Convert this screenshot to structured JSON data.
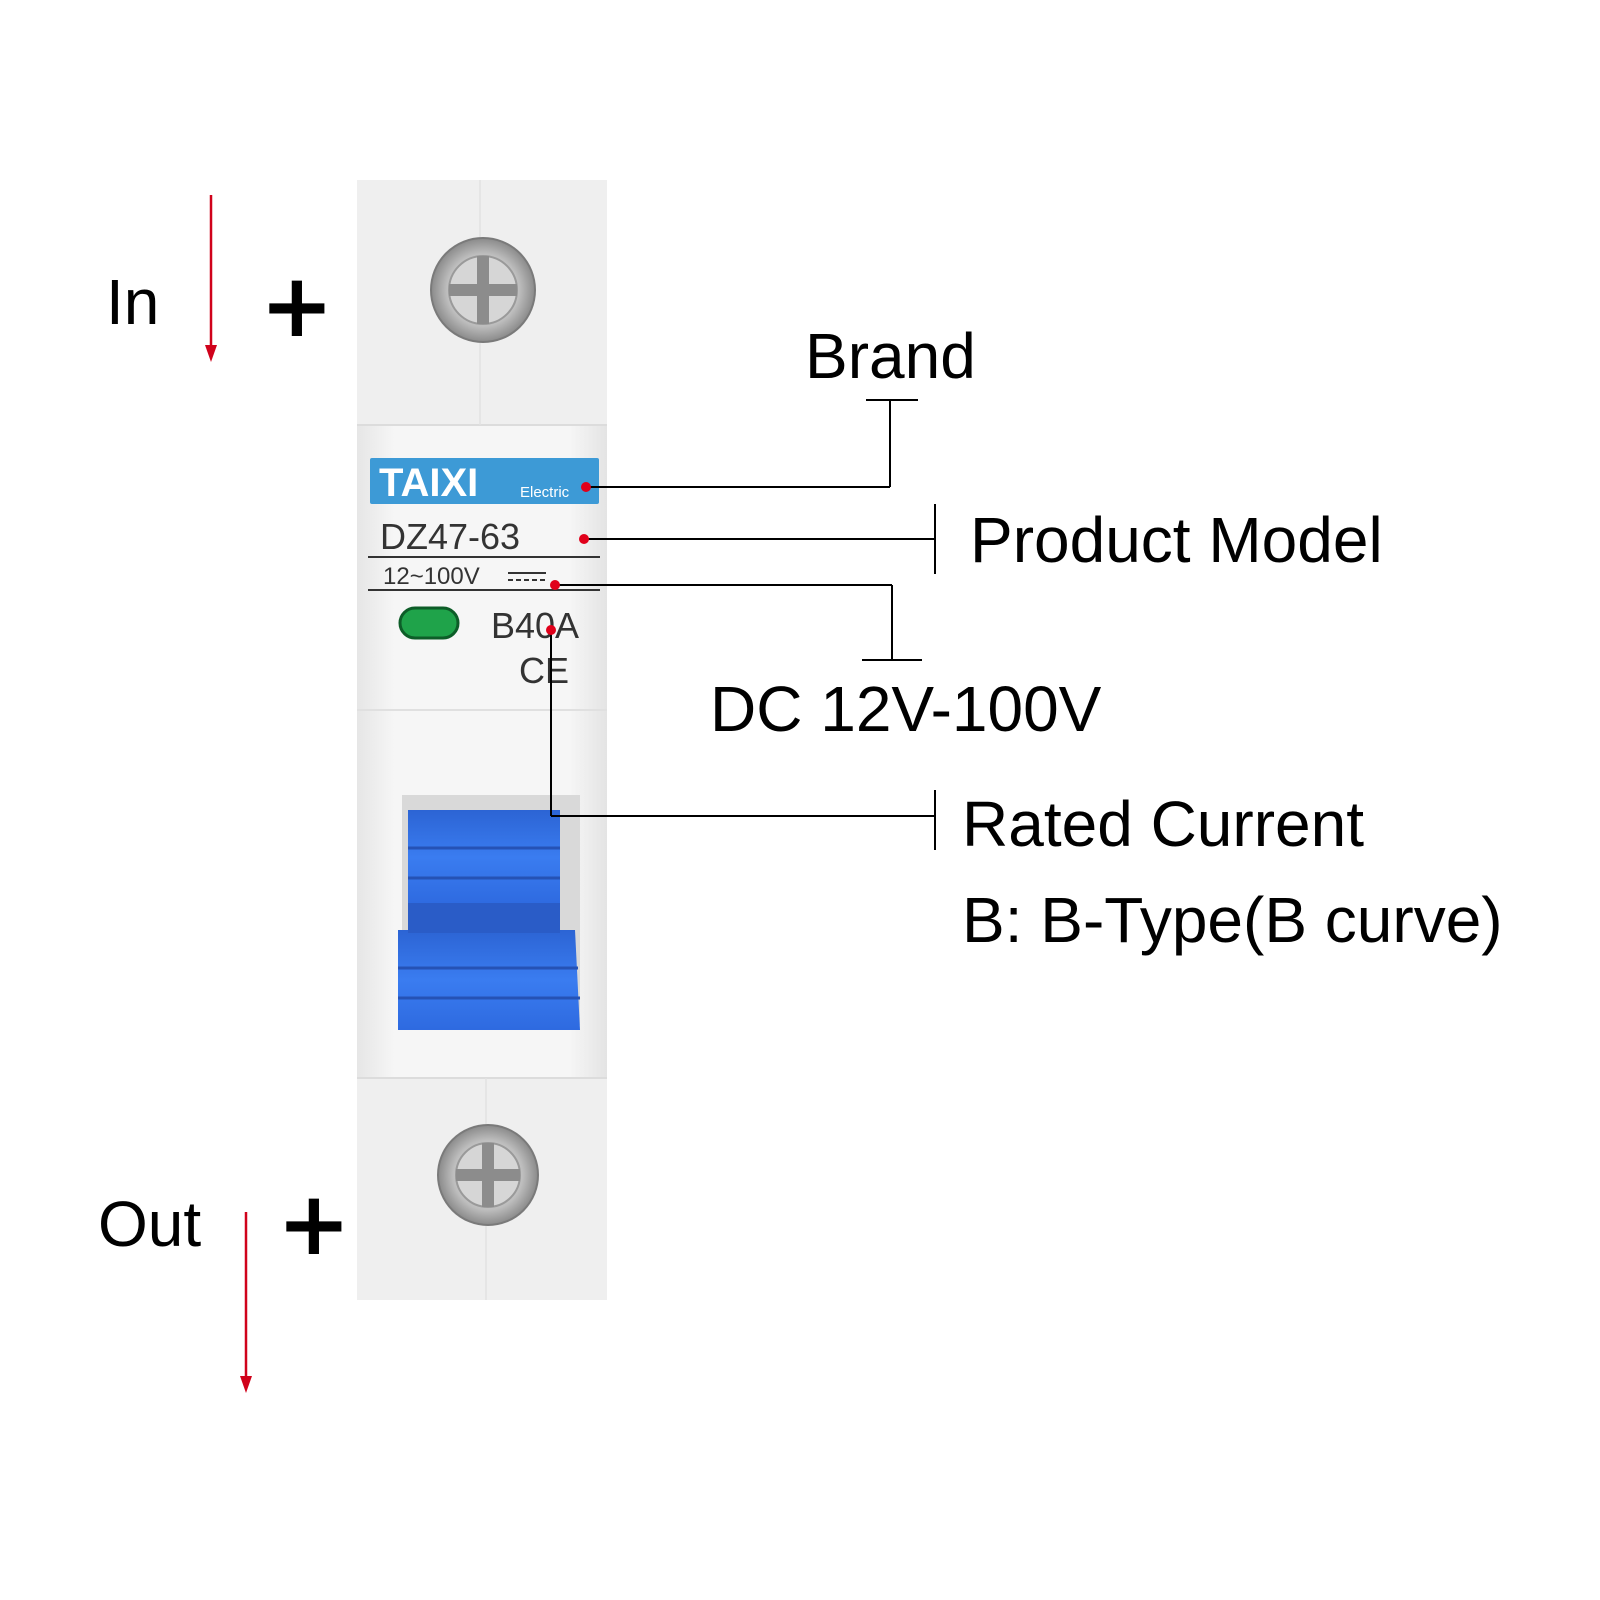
{
  "terminals": {
    "top_label": "In",
    "top_sign": "+",
    "bottom_label": "Out",
    "bottom_sign": "+"
  },
  "device": {
    "brand": "TAIXI",
    "brand_sub": "Electric",
    "model": "DZ47-63",
    "voltage_marking": "12~100V",
    "rating": "B40A",
    "certification": "CE"
  },
  "callouts": {
    "brand": "Brand",
    "model": "Product Model",
    "voltage": "DC 12V-100V",
    "current": "Rated Current",
    "curve": "B: B-Type(B curve)"
  },
  "colors": {
    "arrow": "#d0021b",
    "brand_bar": "#3d9ad6",
    "handle": "#2f6de0",
    "indicator": "#1fa34a",
    "body": "#f3f3f3"
  }
}
